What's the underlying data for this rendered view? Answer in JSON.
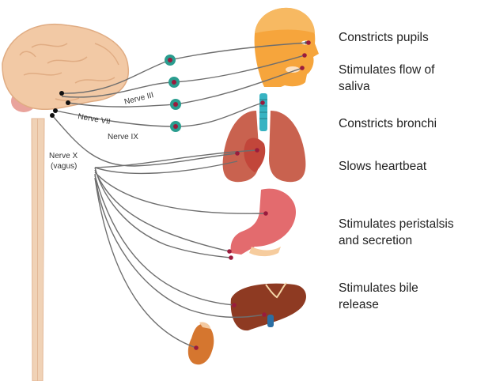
{
  "nerves": {
    "nerve_3": "Nerve III",
    "nerve_7": "Nerve VII",
    "nerve_9": "Nerve IX",
    "nerve_10_line1": "Nerve X",
    "nerve_10_line2": "(vagus)"
  },
  "effects": [
    {
      "line1": "Constricts pupils",
      "line2": ""
    },
    {
      "line1": "Stimulates flow of",
      "line2": "saliva"
    },
    {
      "line1": "Constricts bronchi",
      "line2": ""
    },
    {
      "line1": "Slows heartbeat",
      "line2": ""
    },
    {
      "line1": "Stimulates peristalsis",
      "line2": "and secretion"
    },
    {
      "line1": "Stimulates bile",
      "line2": "release"
    }
  ],
  "colors": {
    "nerve_line": "#6e6e6e",
    "target_dot": "#9a1b3d",
    "ganglion": "#2a9d8f",
    "brain": "#f2c9a5",
    "spinal_cord": "#f0d2b6",
    "face": "#f6a53c",
    "lungs": "#c9624f",
    "trachea": "#37b3c2",
    "heart": "#c2463a",
    "stomach": "#e36b6e",
    "liver": "#8e3a22",
    "gallbladder": "#2c6fa3",
    "kidney": "#d5762f"
  }
}
